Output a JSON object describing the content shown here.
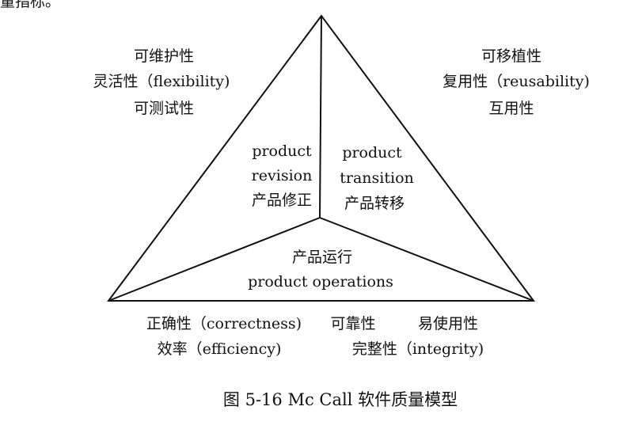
{
  "header_fragment": "量指标。",
  "left_group": [
    "可维护性",
    "灵活性（flexibility)",
    "可测试性"
  ],
  "right_group": [
    "可移植性",
    "复用性（reusability)",
    "互用性"
  ],
  "revision": [
    "product",
    "revision",
    "产品修正"
  ],
  "transition": [
    "product",
    "transition",
    "产品转移"
  ],
  "operations": [
    "产品运行",
    "product operations"
  ],
  "bottom_row1": [
    "正确性（correctness)",
    "可靠性",
    "易使用性"
  ],
  "bottom_row2": [
    "效率（efficiency)",
    "完整性（integrity)"
  ],
  "caption": "图 5-16   Mc Call 软件质量模型"
}
